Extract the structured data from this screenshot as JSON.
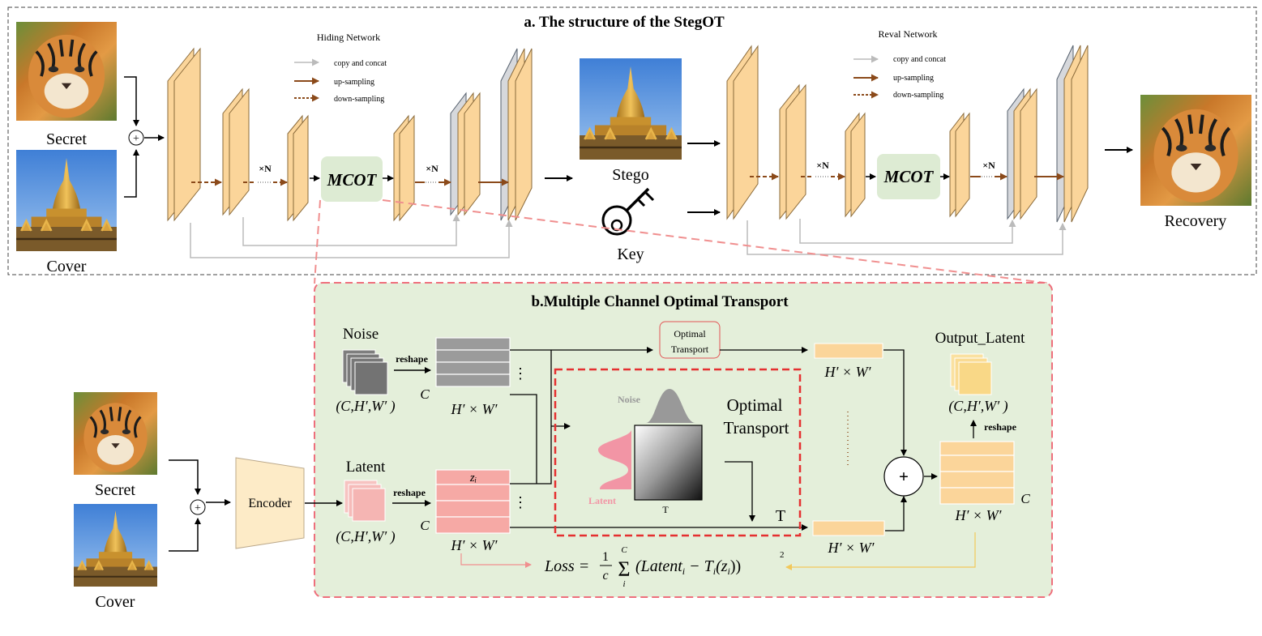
{
  "section_a": {
    "title": "a. The structure of the StegOT",
    "hiding_network": {
      "title": "Hiding Network",
      "legend": {
        "copy_concat": "copy and concat",
        "up_sampling": "up-sampling",
        "down_sampling": "down-sampling"
      },
      "repeat_left": "×N",
      "repeat_right": "×N",
      "mcot_label": "MCOT"
    },
    "reveal_network": {
      "title": "Reval Network",
      "legend": {
        "copy_concat": "copy and concat",
        "up_sampling": "up-sampling",
        "down_sampling": "down-sampling"
      },
      "repeat_left": "×N",
      "repeat_right": "×N",
      "mcot_label": "MCOT"
    },
    "secret_label": "Secret",
    "cover_label": "Cover",
    "stego_label": "Stego",
    "key_label": "Key",
    "recovery_label": "Recovery",
    "plus_symbol": "+"
  },
  "section_b": {
    "title": "b.Multiple Channel Optimal Transport",
    "secret_label": "Secret",
    "cover_label": "Cover",
    "plus_symbol": "+",
    "encoder_label": "Encoder",
    "noise_label": "Noise",
    "noise_shape": "(C,H′,W′ )",
    "latent_label": "Latent",
    "latent_shape": "(C,H′,W′ )",
    "reshape_noise": "reshape",
    "reshape_latent": "reshape",
    "reshape_output": "reshape",
    "c_noise": "C",
    "c_latent": "C",
    "c_output": "C",
    "hw_noise": "H′ × W′",
    "hw_latent": "H′ × W′",
    "hw_top_out": "H′ × W′",
    "hw_bottom_out": "H′ × W′",
    "hw_output": "H′ × W′",
    "zi_label": "zᵢ",
    "vdots": "⋮",
    "ot_box_line1": "Optimal",
    "ot_box_line2": "Transport",
    "ot_big_line1": "Optimal",
    "ot_big_line2": "Transport",
    "plot_noise_label": "Noise",
    "plot_latent_label": "Latent",
    "plot_t_label": "T",
    "t_label": "T",
    "output_latent_label": "Output_Latent",
    "output_shape": "(C,H′,W′ )",
    "sum_symbol": "+",
    "loss_equation": "Loss = (1/c) Σ (Latentᵢ − Tᵢ(zᵢ))²",
    "loss_lhs": "Loss =",
    "loss_frac_num": "1",
    "loss_frac_den": "c",
    "loss_sum_top": "C",
    "loss_sum_bottom": "i",
    "loss_body": "(Latent",
    "loss_body_sub": "i",
    "loss_minus": " − T",
    "loss_t_sub": "i",
    "loss_arg": "(z",
    "loss_arg_sub": "i",
    "loss_close": "))",
    "loss_square": "2"
  },
  "colors": {
    "block_orange": "#FBD59A",
    "block_orange_stroke": "#8A6A3A",
    "block_gray": "#D6D8DC",
    "block_gray_stroke": "#55606E",
    "mcot_green": "#DDEBD3",
    "panel_green": "#E4EFDA",
    "panel_border": "#EE6F7C",
    "arrow_brown": "#8B4A1A",
    "skip_gray": "#BBBBBB",
    "latent_pink": "#F7B7B5",
    "output_yellow": "#F9DB8E",
    "ot_red": "#E53030"
  }
}
